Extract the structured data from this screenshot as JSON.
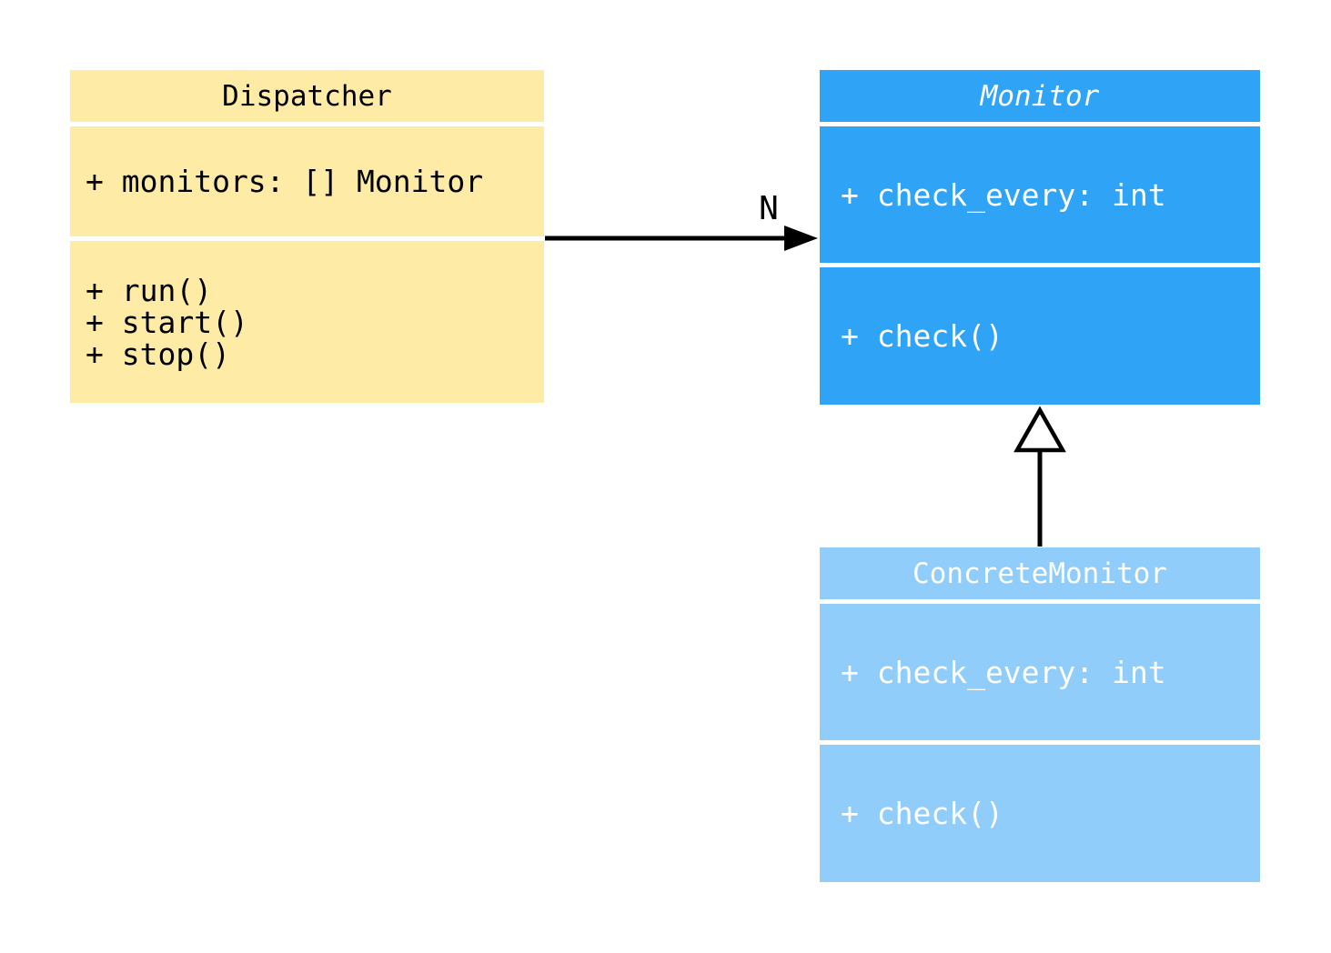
{
  "diagram": {
    "kind": "uml-class-diagram",
    "background": "#FFFFFF",
    "classes": [
      {
        "name": "Dispatcher",
        "is_abstract": false,
        "fill": "#FEEBA6",
        "text_color": "#000000",
        "attributes": [
          "+ monitors: [] Monitor"
        ],
        "methods": [
          "+ run()",
          "+ start()",
          "+ stop()"
        ]
      },
      {
        "name": "Monitor",
        "is_abstract": true,
        "fill": "#2FA3F6",
        "text_color": "#FFFFFF",
        "attributes": [
          "+ check_every: int"
        ],
        "methods": [
          "+ check()"
        ]
      },
      {
        "name": "ConcreteMonitor",
        "is_abstract": false,
        "fill": "#90CDFA",
        "text_color": "#FFFFFF",
        "attributes": [
          "+ check_every: int"
        ],
        "methods": [
          "+ check()"
        ]
      }
    ],
    "relations": [
      {
        "type": "association",
        "from": "Dispatcher",
        "to": "Monitor",
        "label": "N",
        "line_color": "#000000",
        "arrowhead": "filled-triangle"
      },
      {
        "type": "inheritance",
        "from": "ConcreteMonitor",
        "to": "Monitor",
        "label": "",
        "line_color": "#000000",
        "arrowhead": "hollow-triangle"
      }
    ]
  }
}
